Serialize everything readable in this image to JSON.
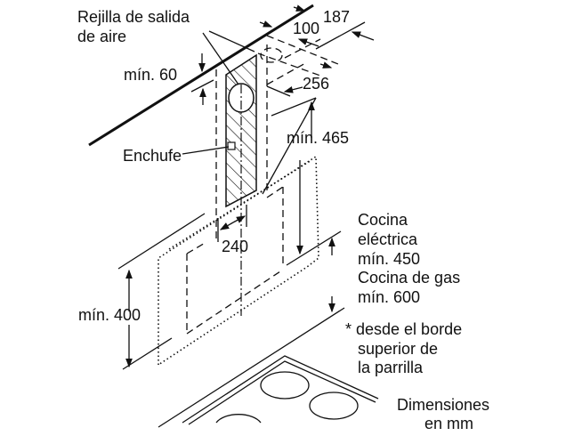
{
  "labels": {
    "air_outlet_line1": "Rejilla de salida",
    "air_outlet_line2": "de aire",
    "dim_187": "187",
    "dim_100": "100",
    "min_60": "mín. 60",
    "dim_256": "256",
    "min_465": "mín. 465",
    "socket": "Enchufe",
    "dim_240": "240",
    "electric_line1": "Cocina",
    "electric_line2": "eléctrica",
    "electric_line3": "mín. 450",
    "gas_line1": "Cocina de gas",
    "gas_line2": "mín. 600",
    "min_400": "mín. 400",
    "note_line1": "* desde el borde",
    "note_line2": "superior de",
    "note_line3": "la parrilla",
    "units_line1": "Dimensiones",
    "units_line2": "en mm"
  }
}
